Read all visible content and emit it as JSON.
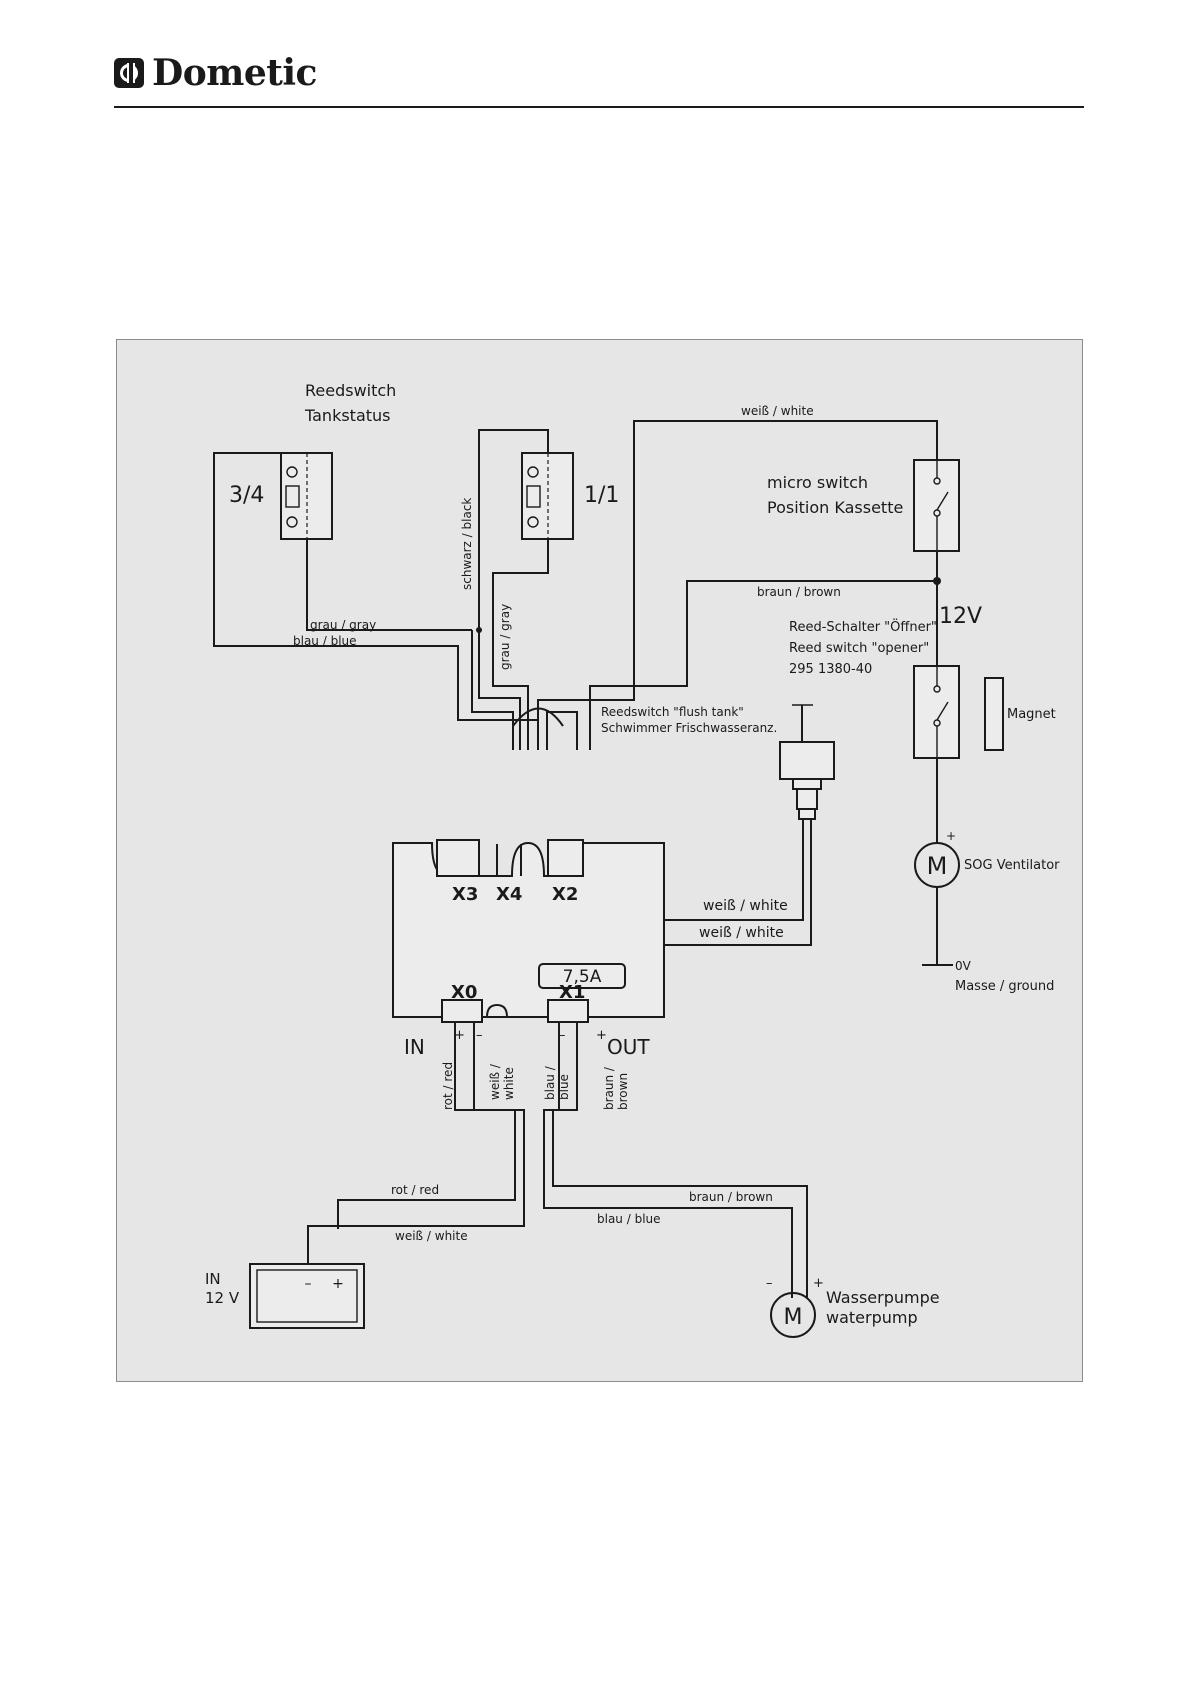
{
  "brand": {
    "name": "Dometic"
  },
  "diagram": {
    "reed_title_1": "Reedswitch",
    "reed_title_2": "Tankstatus",
    "reed_34": "3/4",
    "reed_11": "1/1",
    "micro_switch_1": "micro switch",
    "micro_switch_2": "Position Kassette",
    "v12": "12V",
    "reed_opener_1": "Reed-Schalter \"Öffner\"",
    "reed_opener_2": "Reed switch \"opener\"",
    "reed_opener_3": "295 1380-40",
    "magnet": "Magnet",
    "flush_1": "Reedswitch \"flush tank\"",
    "flush_2": "Schwimmer Frischwasseranz.",
    "sog_ventilator": "SOG Ventilator",
    "ov": "0V",
    "ground": "Masse / ground",
    "fuse": "7,5A",
    "x0": "X0",
    "x1": "X1",
    "x2": "X2",
    "x3": "X3",
    "x4": "X4",
    "in": "IN",
    "out": "OUT",
    "plus": "+",
    "minus": "–",
    "motor": "M",
    "in_12v_1": "IN",
    "in_12v_2": "12 V",
    "waterpump_1": "Wasserpumpe",
    "waterpump_2": "waterpump",
    "wire_white": "weiß / white",
    "wire_brown": "braun / brown",
    "wire_gray": "grau / gray",
    "wire_blue": "blau / blue",
    "wire_black": "schwarz / black",
    "wire_red": "rot / red",
    "wire_black_v": "schwarz / black",
    "wire_gray_v": "grau / gray",
    "wire_rot_v": "rot / red",
    "wire_weiss_v1": "weiß /",
    "wire_weiss_v2": "white",
    "wire_blau_v1": "blau /",
    "wire_blau_v2": "blue",
    "wire_braun_v1": "braun /",
    "wire_braun_v2": "brown"
  },
  "colors": {
    "background": "#e6e6e6",
    "line": "#1a1a1a"
  }
}
